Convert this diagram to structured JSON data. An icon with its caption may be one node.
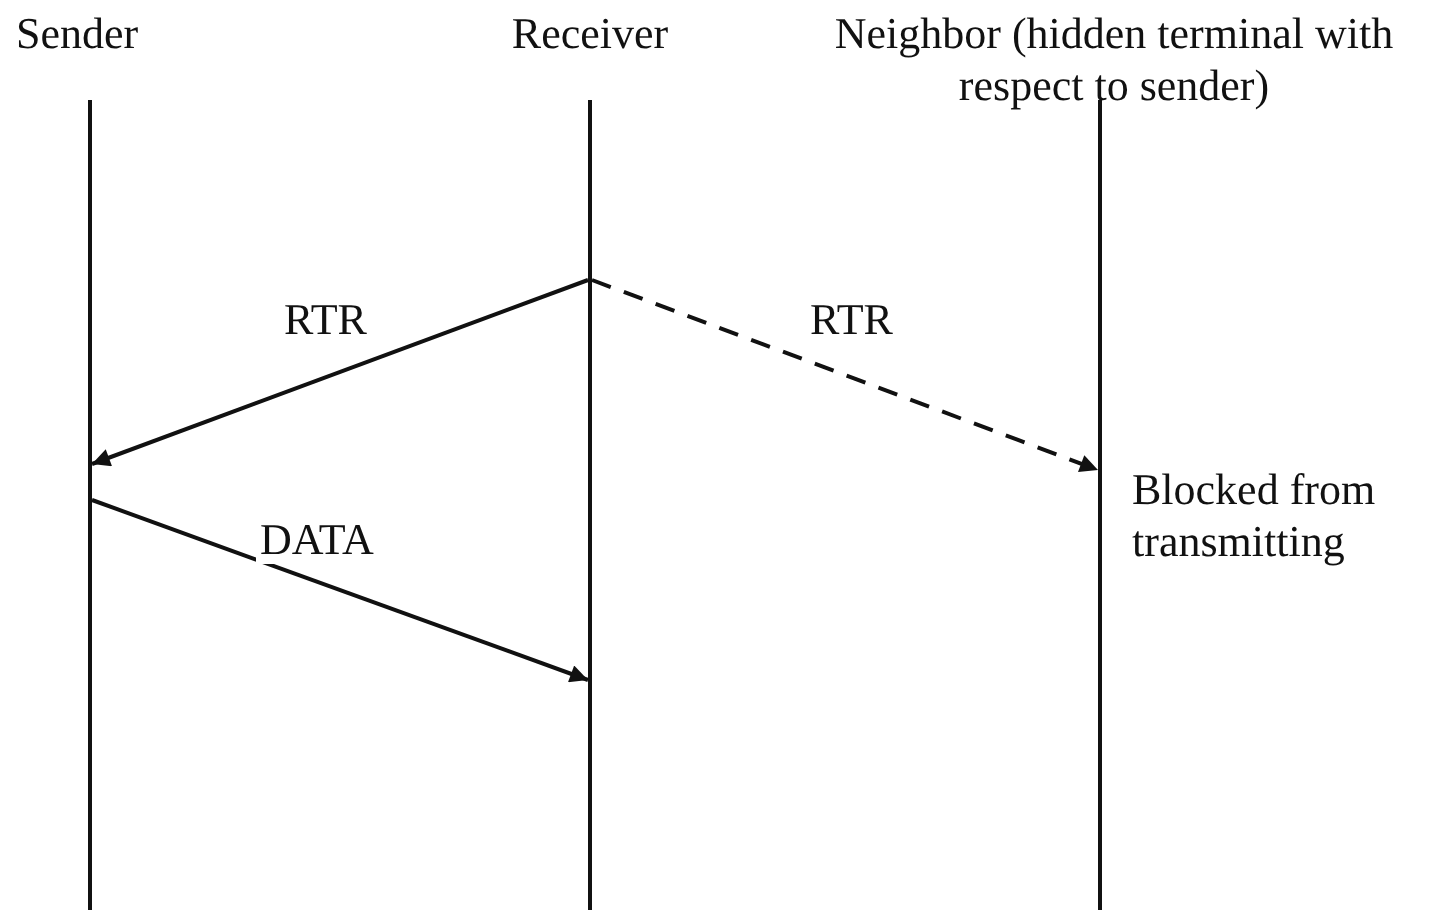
{
  "diagram": {
    "nodes": [
      {
        "text": [
          "Sender"
        ]
      },
      {
        "text": [
          "Receiver"
        ]
      },
      {
        "text": [
          "Neighbor (hidden terminal with respect to sender)"
        ],
        "beside": [
          "Blocked from transmitting"
        ]
      }
    ],
    "edges": [
      {
        "from": 1,
        "to": 0,
        "arrow": "to",
        "label": "RTR"
      },
      {
        "from": 1,
        "to": 2,
        "arrow": "to",
        "label": "RTR",
        "style": "dashed"
      },
      {
        "from": 0,
        "to": 1,
        "arrow": "to",
        "label": "DATA"
      }
    ]
  }
}
